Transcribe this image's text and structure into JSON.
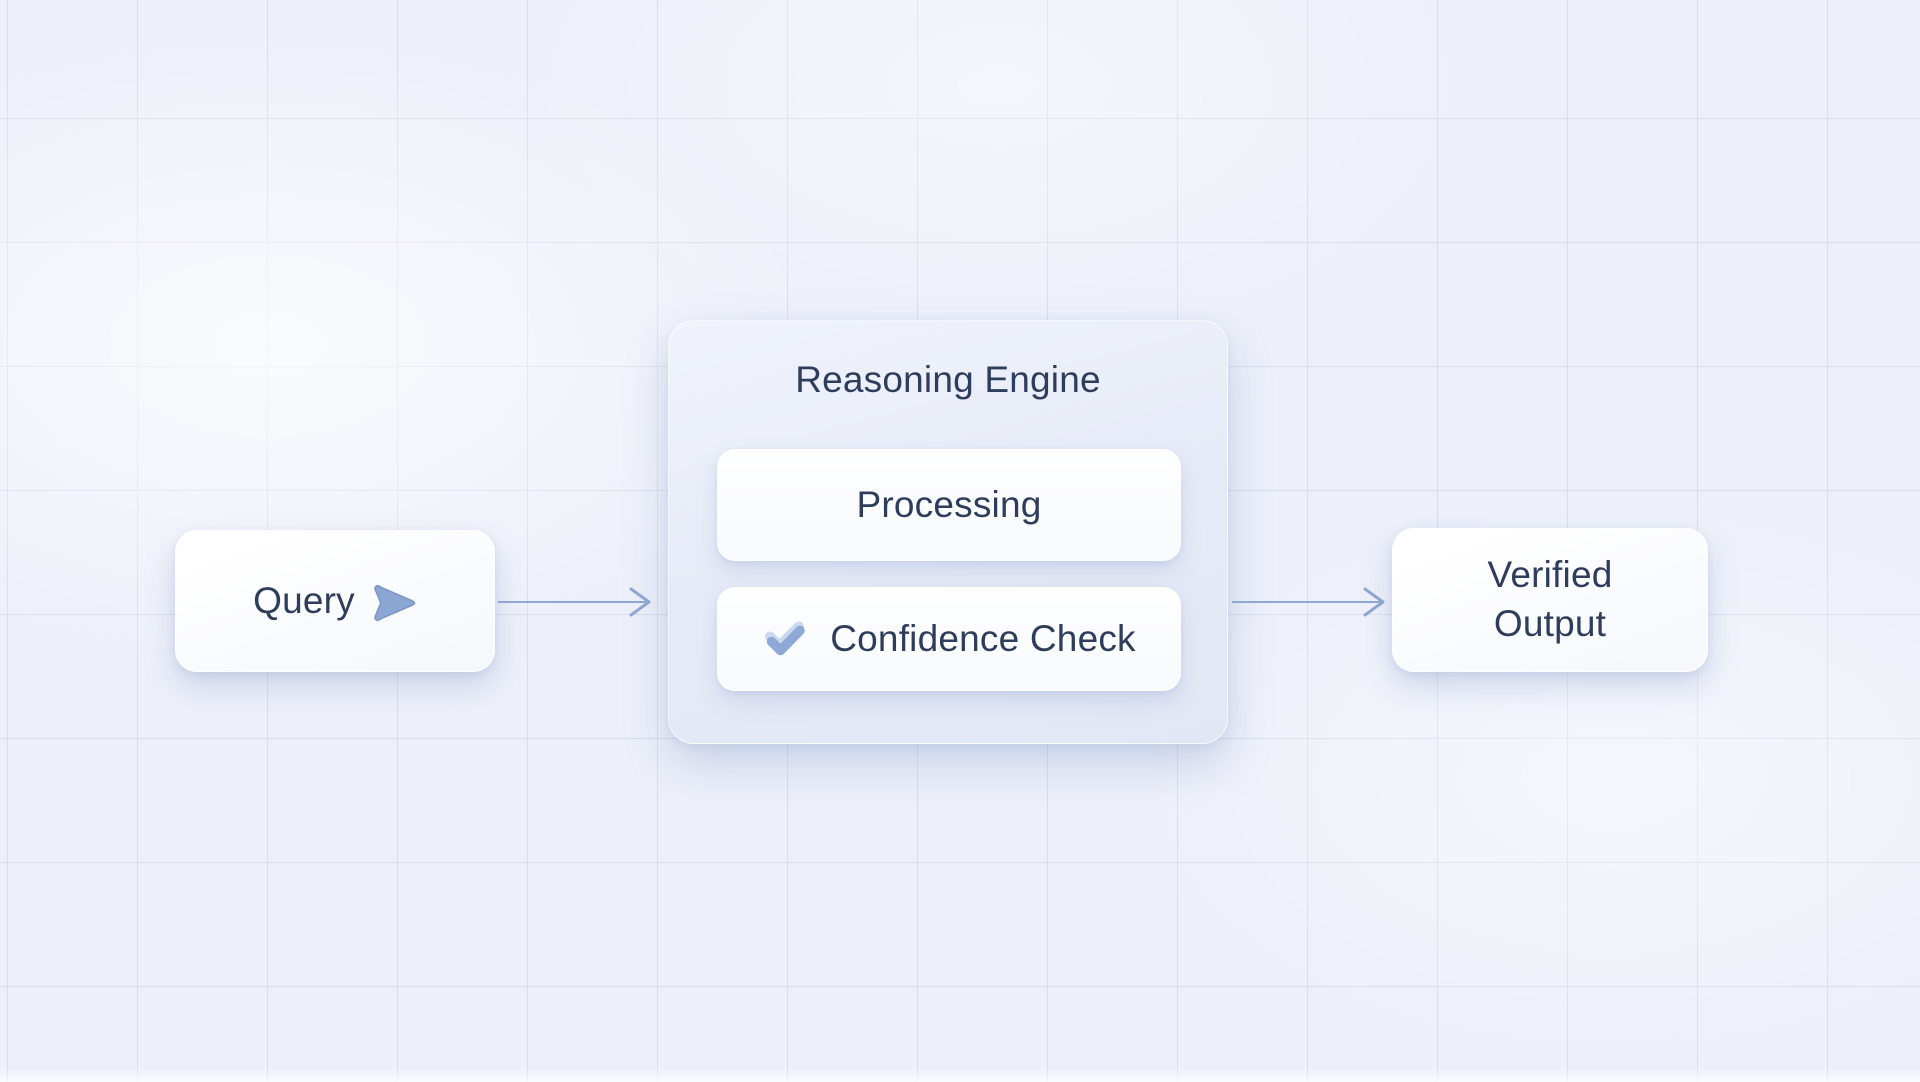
{
  "colors": {
    "page-bg": "#EDF0F9",
    "grid-line": "#D5DDEF",
    "container-bg": "#E7EBF7",
    "node-bg": "#FCFDFF",
    "text-navy": "#2E3D5C",
    "accent-blue": "#8CA6D4",
    "accent-blue-deep": "#7D96C5",
    "check-blue": "#8FA9D7",
    "check-halo": "#CBD8EF",
    "arrow-blue": "#90A7D3"
  },
  "nodes": {
    "query": {
      "label": "Query",
      "icon": "play-arrow-icon"
    },
    "engine": {
      "title": "Reasoning Engine",
      "children": [
        {
          "label": "Processing"
        },
        {
          "label": "Confidence Check",
          "icon": "check-icon"
        }
      ]
    },
    "output": {
      "label": "Verified Output"
    }
  },
  "connectors": [
    {
      "name": "query-to-engine",
      "style": "thin line with chevron arrowhead"
    },
    {
      "name": "engine-to-output",
      "style": "thin line with chevron arrowhead"
    }
  ]
}
